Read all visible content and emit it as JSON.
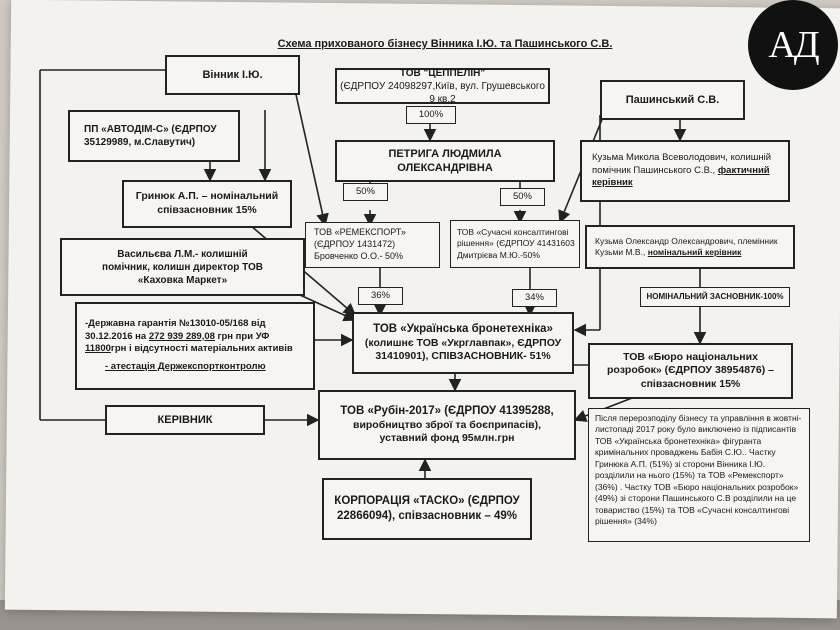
{
  "title": "Схема прихованого бізнесу Вінника І.Ю. та Пашинського С.В.",
  "logo_text": "АД",
  "nodes": {
    "vinnyk": "Вінник І.Ю.",
    "pashynskyi": "Пашинський С.В.",
    "tseppelin_name": "ТОВ \"ЦЕППЕЛІН\"",
    "tseppelin_details": "(ЄДРПОУ 24098297,Київ, вул. Грушевського 9 кв.2",
    "pct_100": "100%",
    "avtodim_line1": "ПП «АВТОДІМ-С» (ЄДРПОУ",
    "avtodim_line2": "35129989, м.Славутич)",
    "petryha_line1": "ПЕТРИГА ЛЮДМИЛА",
    "petryha_line2": "ОЛЕКСАНДРІВНА",
    "pct_50_left": "50%",
    "pct_50_right": "50%",
    "kuzma_mv_line1": "Кузьма Микола Всеволодович, колишній",
    "kuzma_mv_line2": "помічник Пашинського С.В.,",
    "kuzma_mv_role": "фактичний керівник",
    "hryniuk_line1": "Гринюк А.П. – номінальний",
    "hryniuk_line2": "співзасновник 15%",
    "remeksport_line1": "ТОВ «РЕМЕКСПОРТ»",
    "remeksport_line2": "(ЄДРПОУ 1431472)",
    "remeksport_line3": "Бровченко О.О.- 50%",
    "skr_line1": "ТОВ «Сучасні консалтингові",
    "skr_line2": "рішення» (ЄДРПОУ 41431603",
    "skr_line3": "Дмитрієва М.Ю.-50%",
    "kuzma_oo_line1": "Кузьма Олександр Олександрович, племінник",
    "kuzma_oo_line2": "Кузьми М.В.,",
    "kuzma_oo_role": "номінальний керівник",
    "vasylieva_line1": "Васильєва Л.М.- колишній",
    "vasylieva_line2": "помічник, колишн директор ТОВ",
    "vasylieva_line3": "«Каховка Маркет»",
    "pct_36": "36%",
    "pct_34": "34%",
    "nominal_founder": "НОМІНАЛЬНИЙ ЗАСНОВНИК-100%",
    "guarantee_line1": "-Державна гарантія №13010-05/168 від",
    "guarantee_line2a": "30.12.2016 на",
    "guarantee_amount": "272 939 289,08",
    "guarantee_line2b": "грн при УФ",
    "guarantee_line3a": "11800",
    "guarantee_line3b": "грн і відсутності матеріальних активів",
    "guarantee_line4": "- атестація Держекспортконтролю",
    "ubt_line1": "ТОВ «Українська бронетехніка»",
    "ubt_line2": "(колишнє ТОВ «Укрглавпак», ЄДРПОУ",
    "ubt_line3": "31410901), СПІВЗАСНОВНИК- 51%",
    "bureau_line1": "ТОВ «Бюро національних",
    "bureau_line2": "розробок» (ЄДРПОУ 38954876) –",
    "bureau_line3": "співзасновник 15%",
    "kerivnyk": "КЕРІВНИК",
    "rubin_line1": "ТОВ «Рубін-2017» (ЄДРПОУ 41395288,",
    "rubin_line2": "виробництво зброї та боєприпасів),",
    "rubin_line3": "уставний фонд 95млн.грн",
    "tasko_line1": "КОРПОРАЦІЯ «ТАСКО» (ЄДРПОУ",
    "tasko_line2": "22866094), співзасновник – 49%",
    "note": "Після перерозподілу бізнесу та управління в жовтні-листопаді 2017 року було виключено із підписантів ТОВ «Українська бронетехніка» фігуранта кримінальних проваджень Бабія С.Ю.. Частку Гринюка А.П. (51%) зі сторони Вінника І.Ю. розділили на нього (15%) та ТОВ «Ремекспорт» (36%) . Частку ТОВ «Бюро національних розробок» (49%) зі сторони Пашинського С.В розділили на це товариство (15%) та ТОВ «Сучасні консалтингові рішення» (34%)"
  }
}
